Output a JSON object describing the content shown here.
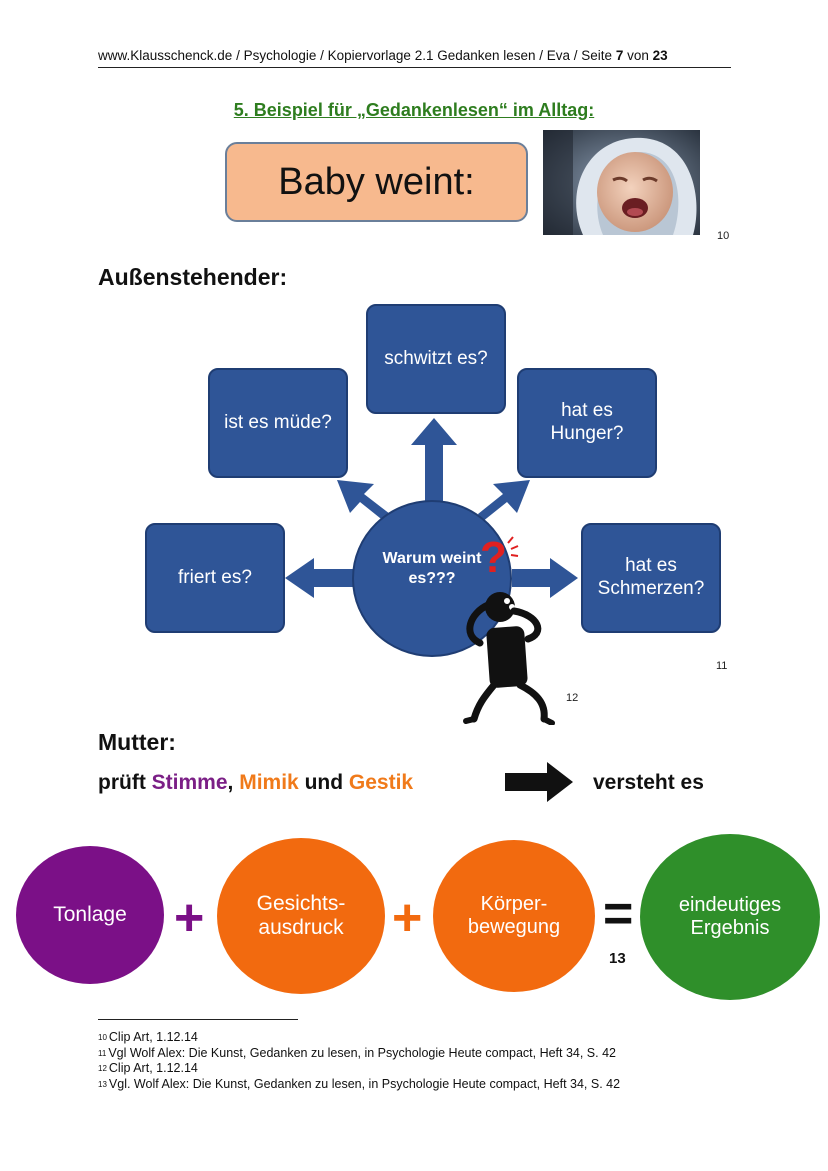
{
  "header": {
    "site": "www.Klausschenck.de",
    "path": "/ Psychologie / Kopiervorlage 2.1 Gedanken lesen / Eva / Seite",
    "page": "7",
    "of": "von",
    "total": "23"
  },
  "section_title": "5. Beispiel für „Gedankenlesen“ im Alltag:",
  "baby_box": {
    "label": "Baby weint:",
    "footnote": "10"
  },
  "outsider": {
    "heading": "Außenstehender:",
    "center": "Warum weint es???",
    "boxes": {
      "top": "schwitzt es?",
      "upper_left": "ist es müde?",
      "upper_right": "hat es Hunger?",
      "left": "friert es?",
      "right": "hat es Schmerzen?"
    },
    "question_mark": "?",
    "footnote_diagram": "11",
    "footnote_figure": "12"
  },
  "mother": {
    "heading": "Mutter:",
    "checks_prefix": "prüft",
    "word1": "Stimme",
    "sep1": ",",
    "word2": "Mimik",
    "and": "und",
    "word3": "Gestik",
    "result": "versteht es"
  },
  "equation": {
    "c1": "Tonlage",
    "c2": "Gesichts-\nausdruck",
    "c3": "Körper-\nbewegung",
    "result": "eindeutiges\nErgebnis",
    "plus": "+",
    "equals": "=",
    "footnote": "13"
  },
  "footnotes": [
    {
      "n": "10",
      "text": "Clip Art, 1.12.14"
    },
    {
      "n": "11",
      "text": "Vgl Wolf Alex: Die Kunst, Gedanken zu lesen, in Psychologie Heute compact, Heft 34, S. 42"
    },
    {
      "n": "12",
      "text": "Clip Art, 1.12.14"
    },
    {
      "n": "13",
      "text": "Vgl. Wolf Alex: Die Kunst, Gedanken zu lesen, in Psychologie Heute compact, Heft 34, S. 42"
    }
  ],
  "colors": {
    "title_green": "#2e7d1f",
    "box_blue": "#2f5597",
    "purple": "#7b1087",
    "orange": "#f26a0f",
    "green": "#2f8f2a"
  }
}
